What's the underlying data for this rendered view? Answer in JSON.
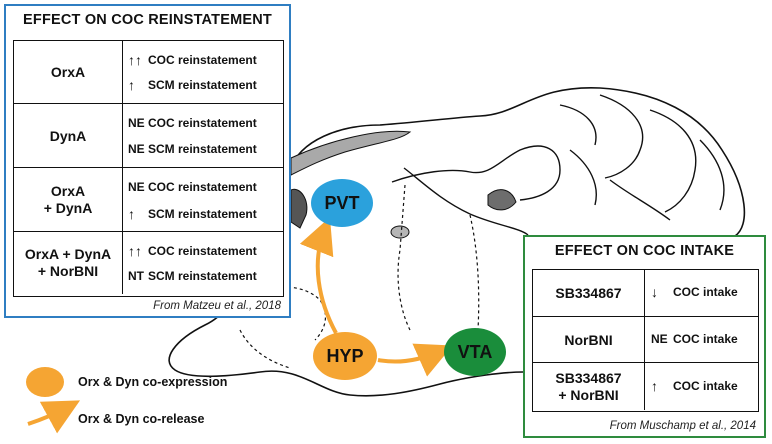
{
  "left_panel": {
    "title": "EFFECT ON COC REINSTATEMENT",
    "rows": [
      {
        "name": [
          "OrxA",
          ""
        ],
        "effects": [
          {
            "mark": "↑↑",
            "text": "COC reinstatement"
          },
          {
            "mark": "↑",
            "text": "SCM reinstatement"
          }
        ]
      },
      {
        "name": [
          "DynA",
          ""
        ],
        "effects": [
          {
            "mark": "NE",
            "text": "COC reinstatement"
          },
          {
            "mark": "NE",
            "text": "SCM reinstatement"
          }
        ]
      },
      {
        "name": [
          "OrxA",
          "+ DynA"
        ],
        "effects": [
          {
            "mark": "NE",
            "text": "COC reinstatement"
          },
          {
            "mark": "↑",
            "text": "SCM reinstatement"
          }
        ]
      },
      {
        "name": [
          "OrxA + DynA",
          "+ NorBNI"
        ],
        "effects": [
          {
            "mark": "↑↑",
            "text": "COC reinstatement"
          },
          {
            "mark": "NT",
            "text": "SCM reinstatement"
          }
        ]
      }
    ],
    "citation": "From Matzeu et al., 2018"
  },
  "right_panel": {
    "title": "EFFECT ON COC INTAKE",
    "rows": [
      {
        "name": [
          "SB334867",
          ""
        ],
        "mark": "↓",
        "text": "COC intake"
      },
      {
        "name": [
          "NorBNI",
          ""
        ],
        "mark": "NE",
        "text": "COC intake"
      },
      {
        "name": [
          "SB334867",
          "+ NorBNI"
        ],
        "mark": "↑",
        "text": "COC intake"
      }
    ],
    "citation": "From Muschamp et al., 2014"
  },
  "regions": {
    "pvt": "PVT",
    "hyp": "HYP",
    "vta": "VTA"
  },
  "legend": {
    "coexpression": "Orx & Dyn co-expression",
    "corelease": "Orx & Dyn co-release"
  },
  "colors": {
    "left_border": "#2f7ec2",
    "right_border": "#2e8b3e",
    "pvt": "#2ba1dc",
    "hyp": "#f5a533",
    "vta": "#1a8d3b",
    "arrow": "#f5a533"
  }
}
